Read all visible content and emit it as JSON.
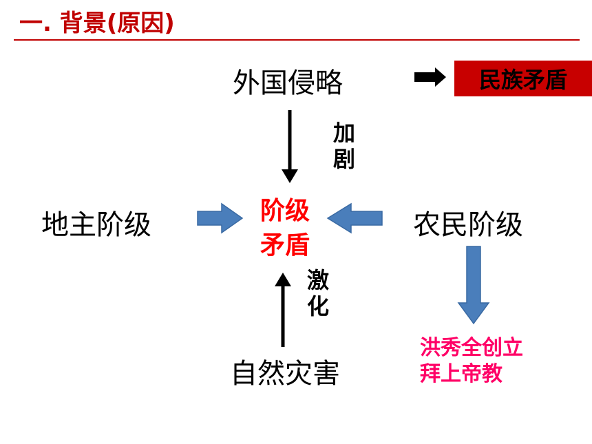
{
  "title": "一. 背景(原因)",
  "nodes": {
    "foreign": "外国侵略",
    "national_conflict": "民族矛盾",
    "landlord": "地主阶级",
    "peasant": "农民阶级",
    "class_conflict_line1": "阶级",
    "class_conflict_line2": "矛盾",
    "disaster": "自然灾害",
    "hong_line1": "洪秀全创立",
    "hong_line2": "拜上帝教"
  },
  "edge_labels": {
    "intensify_1": "加",
    "intensify_2": "剧",
    "stimulate_1": "激",
    "stimulate_2": "化"
  },
  "colors": {
    "accent_red": "#c00000",
    "center_red": "#ff0000",
    "box_red": "#c80000",
    "pink": "#ff0066",
    "block_arrow": "#4a7ebb"
  }
}
